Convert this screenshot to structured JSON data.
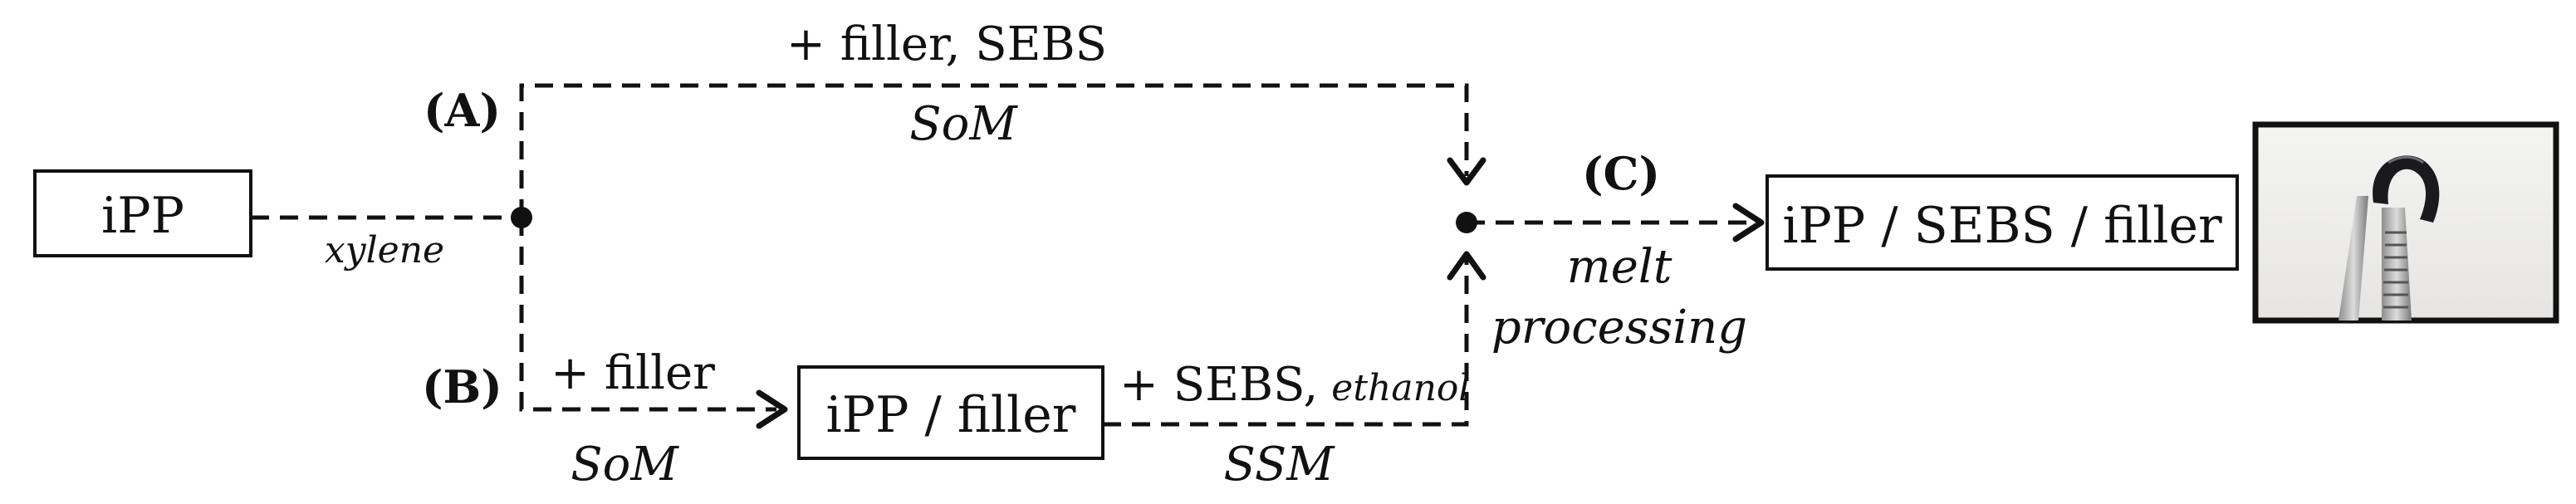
{
  "nodes": {
    "ipp": "iPP",
    "ipp_filler": "iPP / filler",
    "ipp_sebs_filler": "iPP / SEBS / filler"
  },
  "routes": {
    "a": {
      "tag": "(A)",
      "above": "+ filler, SEBS",
      "below": "SoM"
    },
    "b": {
      "tag": "(B)",
      "above": "+ filler",
      "below": "SoM"
    },
    "b2": {
      "above": "+ SEBS,",
      "above_small": "ethanol",
      "below": "SSM"
    },
    "c": {
      "tag": "(C)",
      "below_line1": "melt",
      "below_line2": "processing"
    }
  },
  "solvent": "xylene",
  "photo": {
    "icon": "bent-sample-in-tweezers-photo"
  }
}
